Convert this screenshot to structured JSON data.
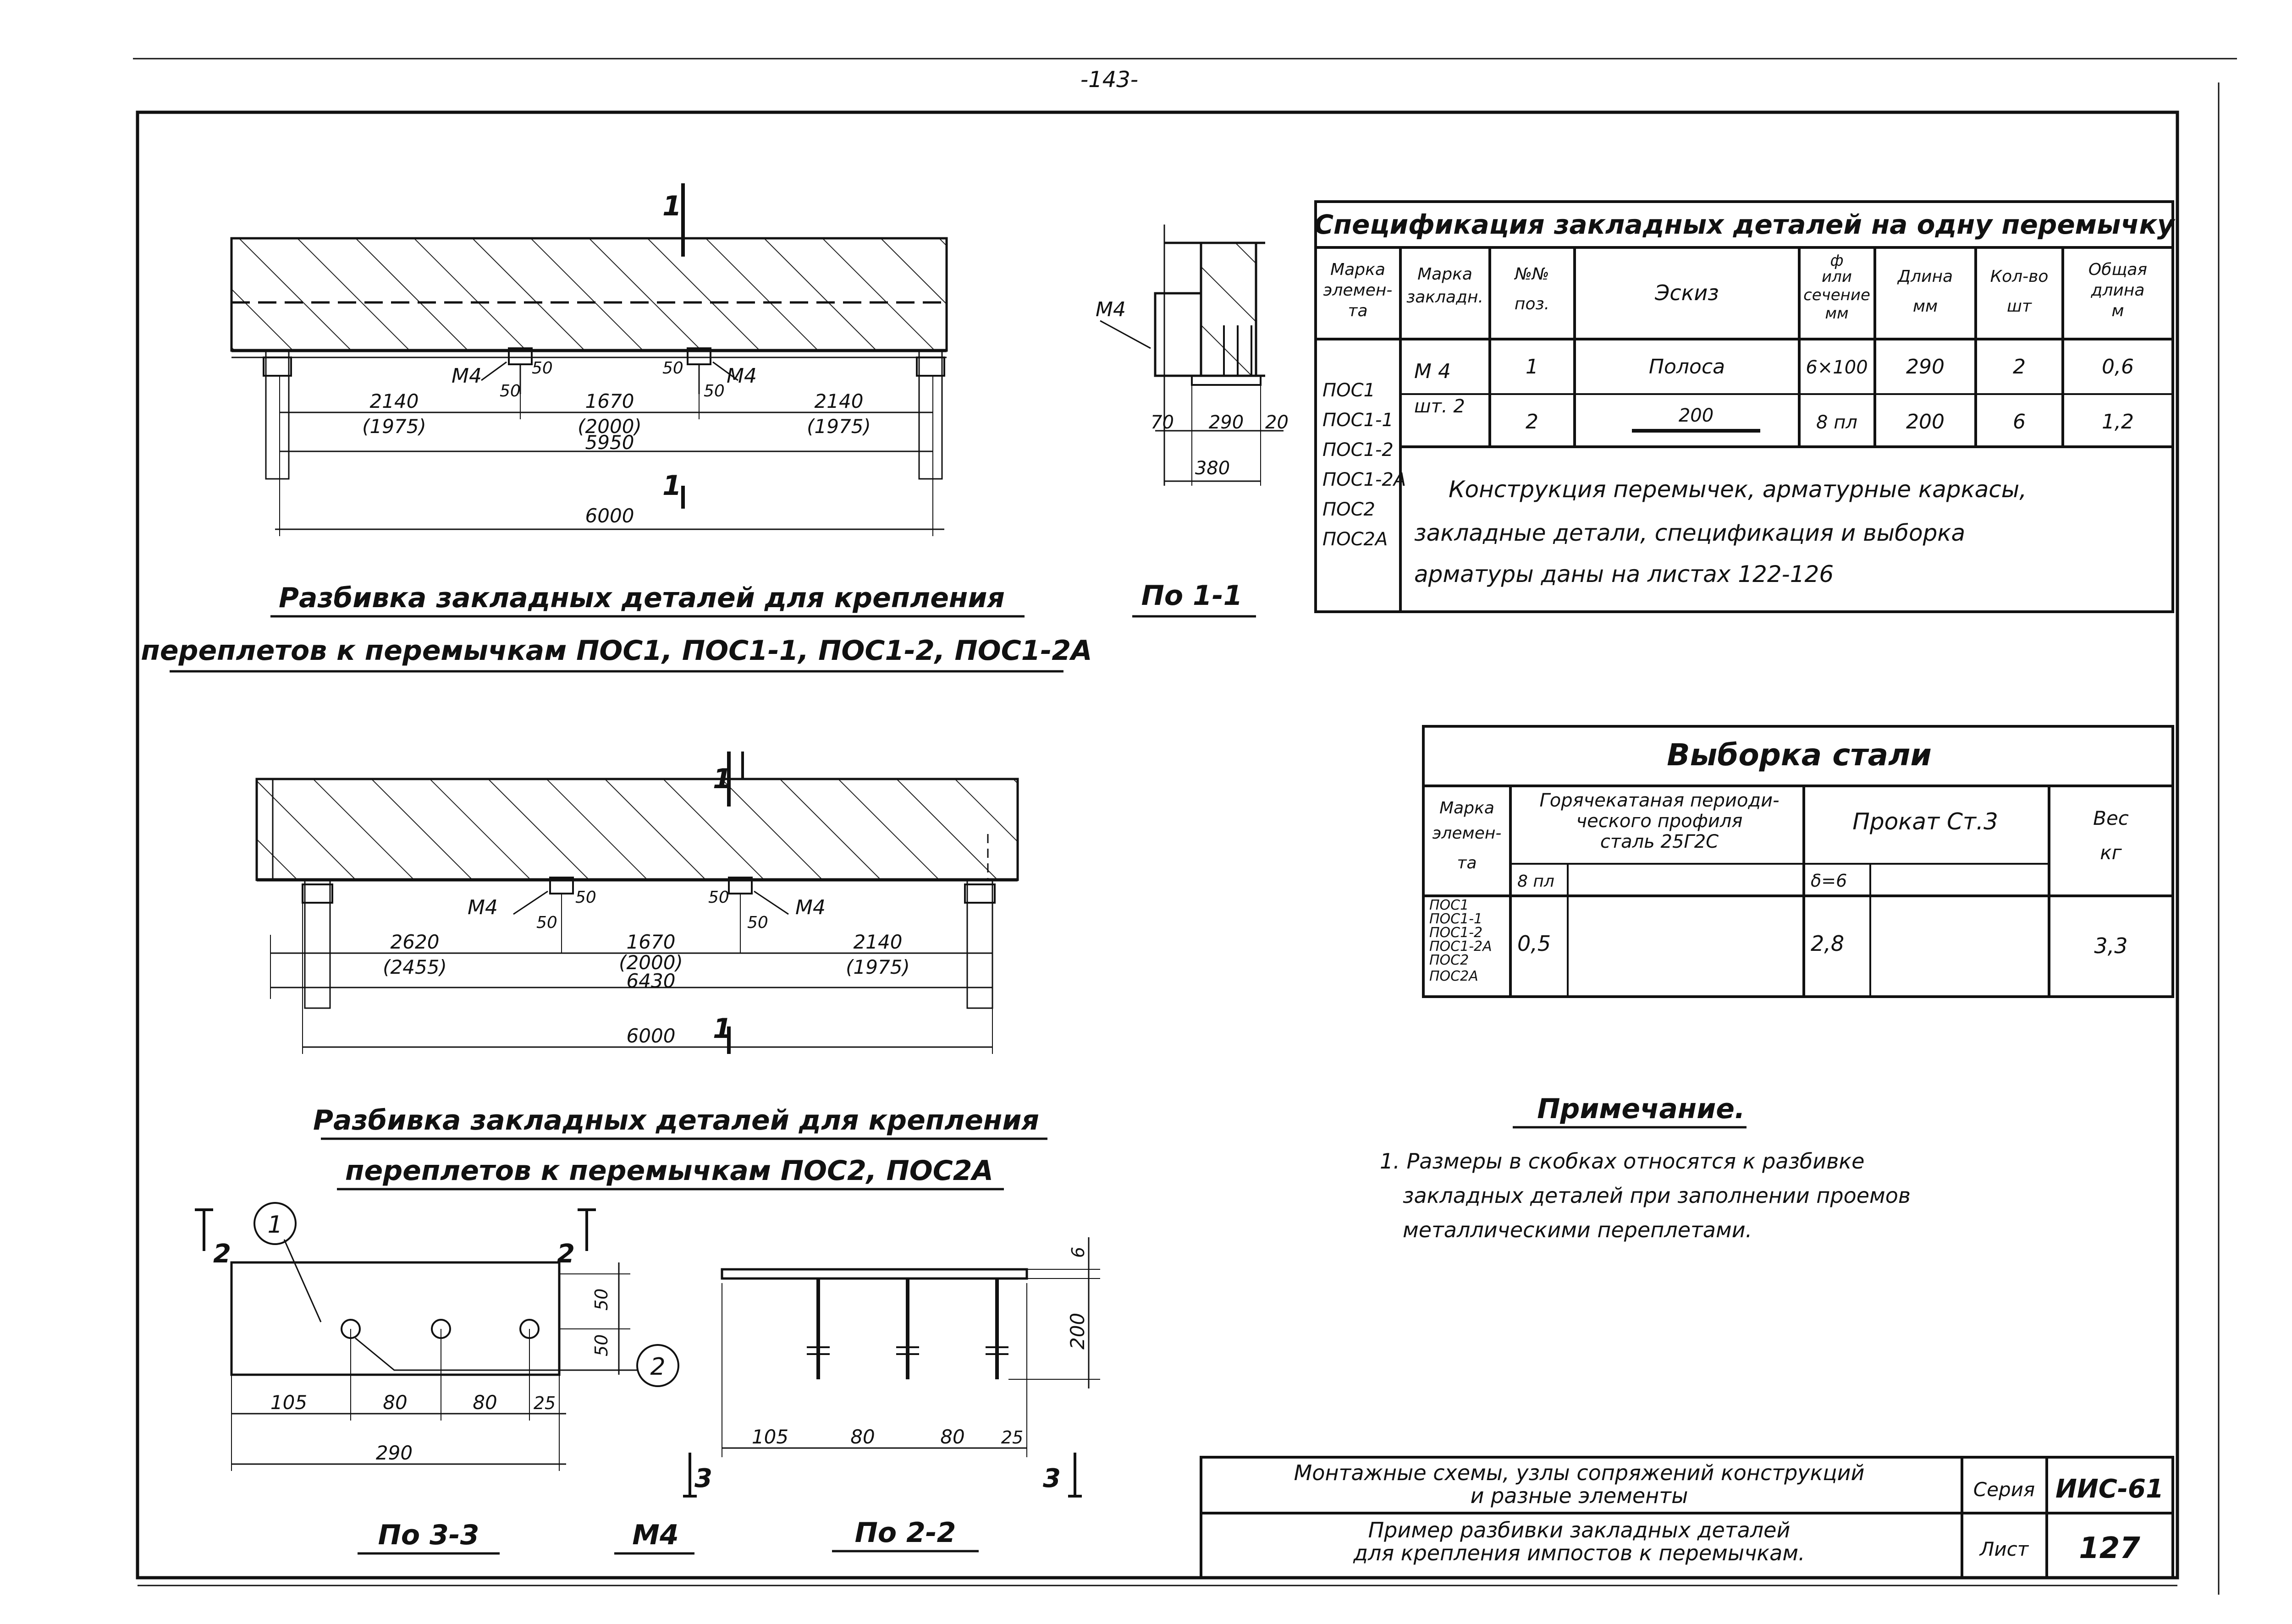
{
  "page_number": "-143-",
  "drawing1": {
    "section_mark": "1",
    "dim_left": "2140",
    "dim_left_alt": "(1975)",
    "dim_mid": "1670",
    "dim_mid_alt": "(2000)",
    "dim_right": "2140",
    "dim_right_alt": "(1975)",
    "dim_inner": "5950",
    "dim_total": "6000",
    "plate_label_1": "М4",
    "plate_label_2": "М4",
    "offset_1": "50",
    "offset_2": "50",
    "offset_3": "50",
    "offset_4": "50",
    "caption_line1": "Разбивка закладных деталей для крепления",
    "caption_line2": "переплетов к перемычкам ПОС1, ПОС1-1, ПОС1-2, ПОС1-2А"
  },
  "section11": {
    "plate_label": "М4",
    "dim_a": "70",
    "dim_b": "290",
    "dim_c": "20",
    "dim_total": "380",
    "caption": "По 1-1"
  },
  "spec": {
    "title": "Спецификация закладных деталей на одну перемычку",
    "headers": [
      "Марка элемен-та",
      "Марка закладн.",
      "№№ поз.",
      "Эскиз",
      "ф или сечение мм",
      "Длина мм",
      "Кол-во шт",
      "Общая длина м"
    ],
    "elements": [
      "ПОС1",
      "ПОС1-1",
      "ПОС1-2",
      "ПОС1-2А",
      "ПОС2",
      "ПОС2А"
    ],
    "mark": "М 4",
    "mark_qty": "шт. 2",
    "rows": [
      {
        "pos": "1",
        "sketch": "Полоса",
        "section": "6×100",
        "length": "290",
        "qty": "2",
        "total": "0,6"
      },
      {
        "pos": "2",
        "sketch": "200",
        "section": "8 пл",
        "length": "200",
        "qty": "6",
        "total": "1,2"
      }
    ],
    "note_lines": [
      "Конструкция перемычек, арматурные каркасы,",
      "закладные детали, спецификация и выборка",
      "арматуры даны на листах 122-126"
    ]
  },
  "drawing2": {
    "section_mark": "1",
    "dim_left": "2620",
    "dim_left_alt": "(2455)",
    "dim_mid": "1670",
    "dim_mid_alt": "(2000)",
    "dim_right": "2140",
    "dim_right_alt": "(1975)",
    "dim_inner": "6430",
    "dim_total": "6000",
    "plate_label_1": "М4",
    "plate_label_2": "М4",
    "offset_1": "50",
    "offset_2": "50",
    "offset_3": "50",
    "offset_4": "50",
    "caption_line1": "Разбивка закладных деталей для крепления",
    "caption_line2": "переплетов к перемычкам ПОС2, ПОС2А"
  },
  "steel": {
    "title": "Выборка стали",
    "col_mark": "Марка элемен-та",
    "col_hot": "Горячекатаная периодического профиля сталь 25Г2С",
    "col_rolled": "Прокат Ст.3",
    "col_weight": "Вес кг",
    "sub_hot": "8 пл",
    "sub_rolled": "δ=6",
    "elements": [
      "ПОС1",
      "ПОС1-1",
      "ПОС1-2",
      "ПОС1-2А",
      "ПОС2",
      "ПОС2А"
    ],
    "value_hot": "0,5",
    "value_rolled": "2,8",
    "value_weight": "3,3"
  },
  "note": {
    "title": "Примечание.",
    "lines": [
      "1. Размеры в скобках относятся к разбивке",
      "закладных деталей при заполнении проемов",
      "металлическими переплетами."
    ]
  },
  "plate": {
    "callout_1": "1",
    "callout_2": "2",
    "section_left": "2",
    "section_right": "2",
    "dim_50a": "50",
    "dim_50b": "50",
    "dims": [
      "105",
      "80",
      "80",
      "25"
    ],
    "dim_total": "290",
    "caption": "По 3-3",
    "mark": "М4"
  },
  "section22": {
    "dim_top": "6",
    "dim_height": "200",
    "dims": [
      "105",
      "80",
      "80",
      "25"
    ],
    "section_left": "3",
    "section_right": "3",
    "caption": "По 2-2"
  },
  "title_block": {
    "line1": "Монтажные схемы, узлы сопряжений конструкций",
    "line1b": "и разные элементы",
    "line2": "Пример разбивки закладных деталей",
    "line2b": "для крепления импостов к перемычкам.",
    "series_label": "Серия",
    "series_value": "ИИС-61",
    "sheet_label": "Лист",
    "sheet_value": "127"
  }
}
